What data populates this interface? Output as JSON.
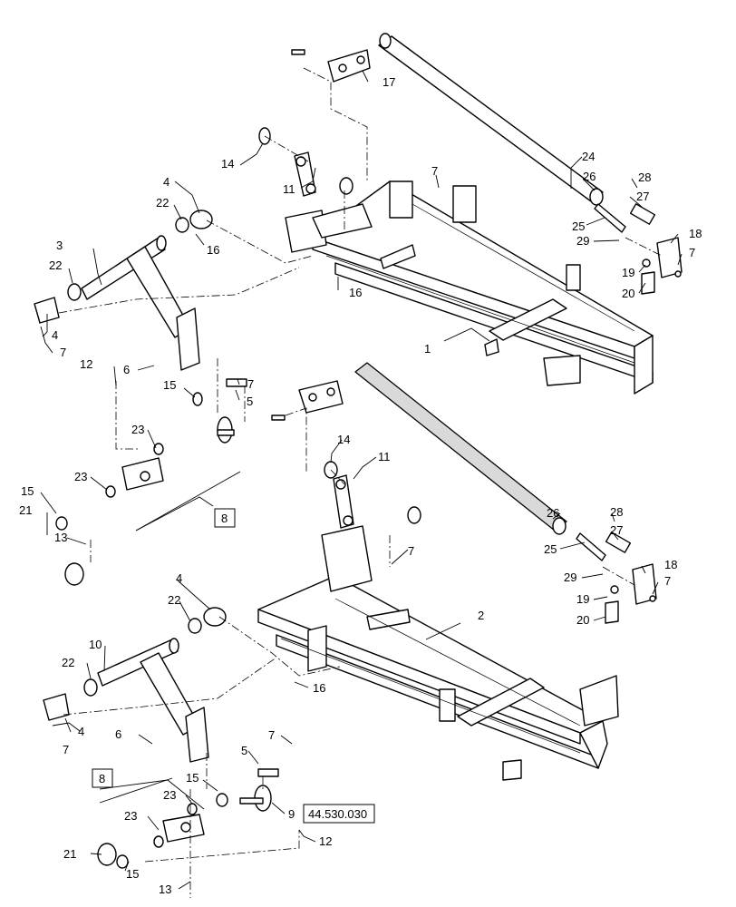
{
  "callouts": {
    "c1": "1",
    "c2": "2",
    "c3": "3",
    "c4a": "4",
    "c4b": "4",
    "c4c": "4",
    "c4d": "4",
    "c5a": "5",
    "c5b": "5",
    "c6a": "6",
    "c6b": "6",
    "c7a": "7",
    "c7b": "7",
    "c7c": "7",
    "c7d": "7",
    "c7e": "7",
    "c7f": "7",
    "c7g": "7",
    "c7h": "7",
    "c8a": "8",
    "c8b": "8",
    "c9": "9",
    "c10": "10",
    "c11a": "11",
    "c11b": "11",
    "c12a": "12",
    "c12b": "12",
    "c13a": "13",
    "c13b": "13",
    "c14a": "14",
    "c14b": "14",
    "c15a": "15",
    "c15b": "15",
    "c15c": "15",
    "c15d": "15",
    "c16a": "16",
    "c16b": "16",
    "c16c": "16",
    "c17": "17",
    "c18a": "18",
    "c18b": "18",
    "c19a": "19",
    "c19b": "19",
    "c20a": "20",
    "c20b": "20",
    "c21a": "21",
    "c21b": "21",
    "c22a": "22",
    "c22b": "22",
    "c22c": "22",
    "c22d": "22",
    "c23a": "23",
    "c23b": "23",
    "c23c": "23",
    "c23d": "23",
    "c24": "24",
    "c25a": "25",
    "c25b": "25",
    "c26a": "26",
    "c26b": "26",
    "c27a": "27",
    "c27b": "27",
    "c28a": "28",
    "c28b": "28",
    "c29a": "29",
    "c29b": "29"
  },
  "reference_code": "44.530.030"
}
